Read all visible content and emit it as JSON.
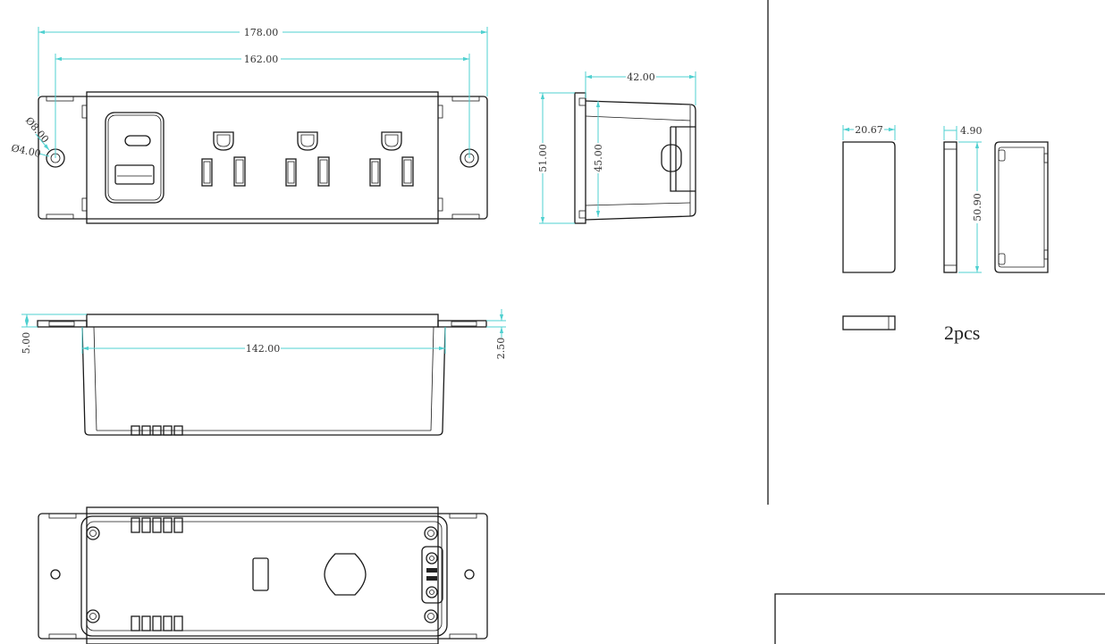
{
  "front_view": {
    "dim_overall_length": "178.00",
    "dim_hole_spacing": "162.00",
    "dim_hole_outer": "Ø8.00",
    "dim_hole_inner": "Ø4.00",
    "outlet_count": 3
  },
  "end_view": {
    "dim_depth": "42.00",
    "dim_flange_height": "51.00",
    "dim_body_height": "45.00"
  },
  "side_view": {
    "dim_body_length": "142.00",
    "dim_total_thickness": "5.00",
    "dim_flange_thickness": "2.50"
  },
  "bracket_parts": {
    "dim_width": "20.67",
    "dim_thickness": "4.90",
    "dim_height": "50.90",
    "quantity_label": "2pcs"
  },
  "colors": {
    "dimension_line": "#4fd0d0",
    "outline": "#1a1a1a"
  }
}
